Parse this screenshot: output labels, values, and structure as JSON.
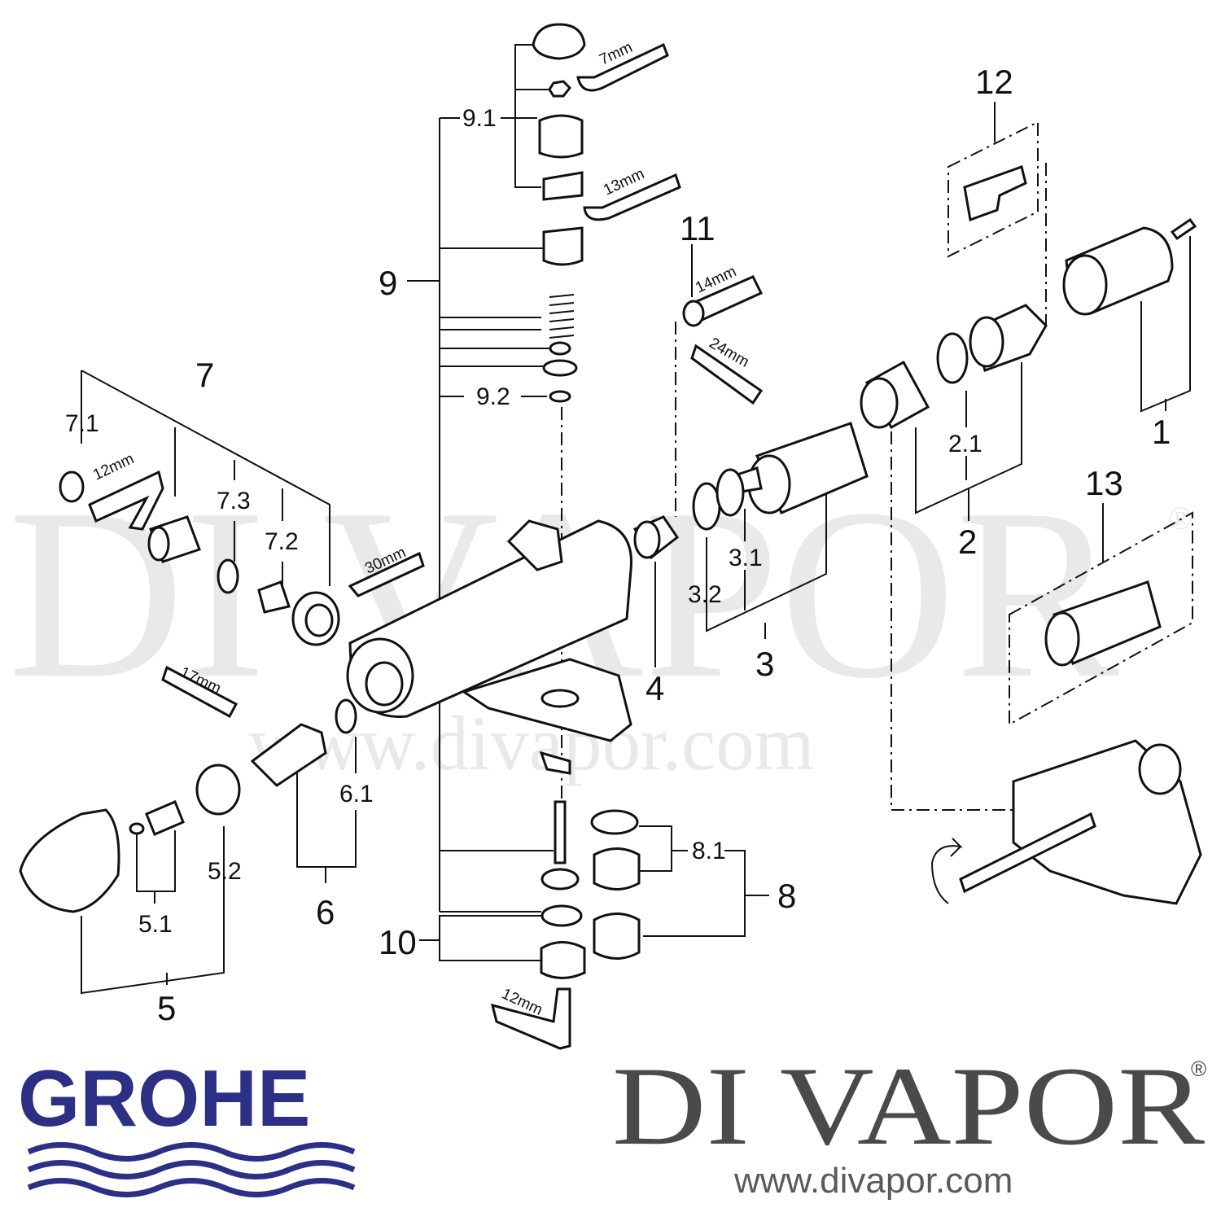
{
  "watermark": {
    "brand": "DI VAPOR",
    "registered": "®",
    "url": "www.divapor.com"
  },
  "logos": {
    "grohe": "GROHE",
    "divapor": "DI VAPOR",
    "divapor_registered": "®",
    "divapor_url": "www.divapor.com"
  },
  "labels": {
    "p1": "1",
    "p2": "2",
    "p2_1": "2.1",
    "p3": "3",
    "p3_1": "3.1",
    "p3_2": "3.2",
    "p4": "4",
    "p5": "5",
    "p5_1": "5.1",
    "p5_2": "5.2",
    "p6": "6",
    "p6_1": "6.1",
    "p7": "7",
    "p7_1": "7.1",
    "p7_2": "7.2",
    "p7_3": "7.3",
    "p8": "8",
    "p8_1": "8.1",
    "p9": "9",
    "p9_1": "9.1",
    "p9_2": "9.2",
    "p10": "10",
    "p11": "11",
    "p12": "12",
    "p13": "13"
  },
  "wrenches": {
    "w7": "7mm",
    "w13": "13mm",
    "w14": "14mm",
    "w24": "24mm",
    "w12a": "12mm",
    "w30": "30mm",
    "w17": "17mm",
    "w12b": "12mm"
  },
  "colors": {
    "grohe_blue": "#2b2f86",
    "divapor_text": "#4a4a4a",
    "watermark": "#e9e9e9",
    "line": "#111111"
  }
}
